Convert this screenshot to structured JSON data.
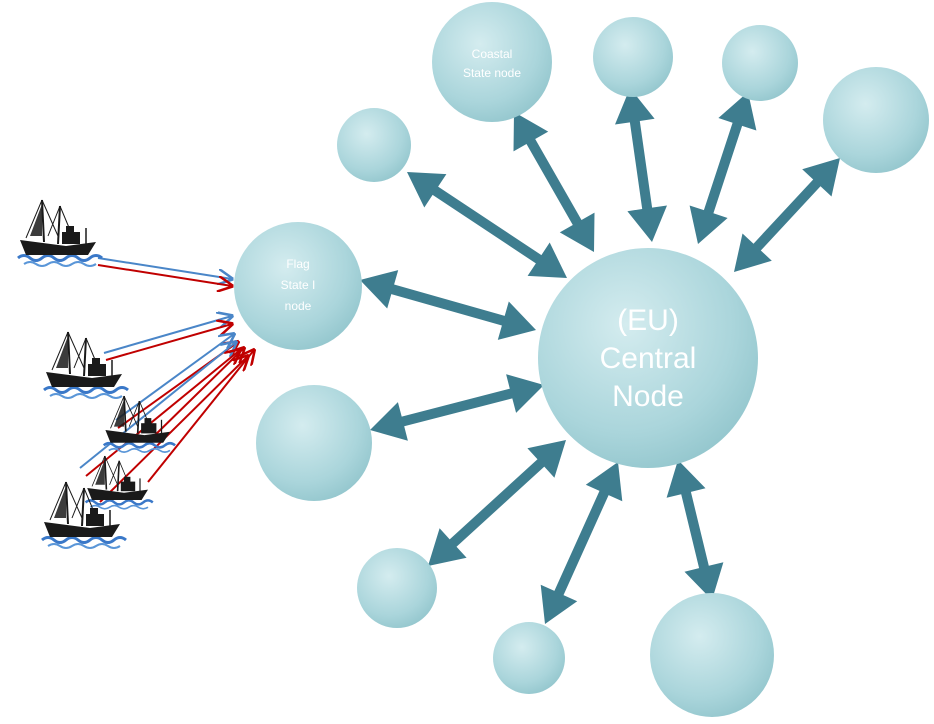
{
  "colors": {
    "node_fill_light": "#cfe8ec",
    "node_fill": "#a9d4da",
    "node_fill_dark": "#8fc3cb",
    "arrow": "#3e7d8f",
    "ship_line_blue": "#4a86c8",
    "ship_line_red": "#c00000",
    "ship_hull": "#1a1a1a",
    "water": "#3a78c8"
  },
  "central_node": {
    "line1": "(EU)",
    "line2": "Central",
    "line3": "Node"
  },
  "flag_node": {
    "line1": "Flag",
    "line2": "State I",
    "line3": "node"
  },
  "coastal_node": {
    "line1": "Coastal",
    "line2": "State node"
  },
  "icons": {
    "ship": "fishing-vessel-icon"
  }
}
